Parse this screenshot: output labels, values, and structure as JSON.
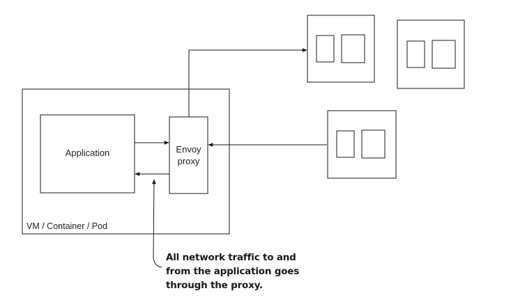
{
  "diagram": {
    "host_label": "VM / Container / Pod",
    "application_label": "Application",
    "proxy_label_line1": "Envoy",
    "proxy_label_line2": "proxy",
    "callout_lines": [
      "All network traffic to and",
      "from the application goes",
      "through the proxy."
    ]
  }
}
